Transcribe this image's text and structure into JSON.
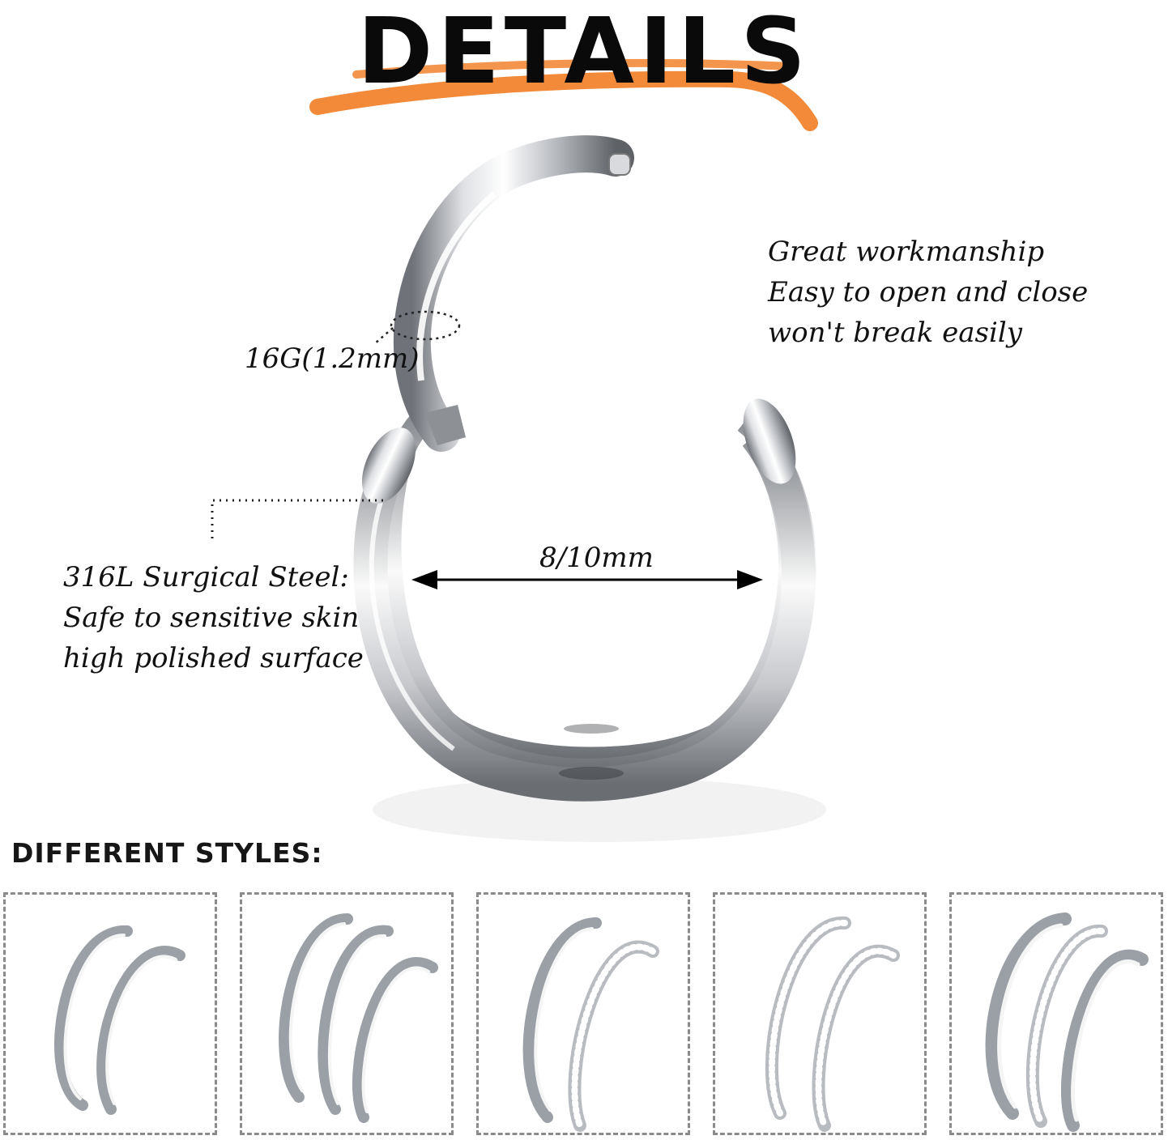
{
  "title": "DETAILS",
  "colors": {
    "underline": "#f28a3a",
    "text": "#111111",
    "metal_light": "#f4f4f6",
    "metal_dark": "#7c7f85"
  },
  "gauge_label": "16G(1.2mm)",
  "diameter_label": "8/10mm",
  "features": [
    "Great workmanship",
    "Easy to open and close",
    "won't break easily"
  ],
  "material_lines": [
    "316L Surgical Steel:",
    "Safe to sensitive skin",
    "high polished surface"
  ],
  "styles_heading": "DIFFERENT STYLES:",
  "style_icons": [
    "double-ring-icon",
    "triple-ring-icon",
    "ring-with-gem-band-icon",
    "double-gem-band-ring-icon",
    "ring-gem-band-ring-icon"
  ]
}
